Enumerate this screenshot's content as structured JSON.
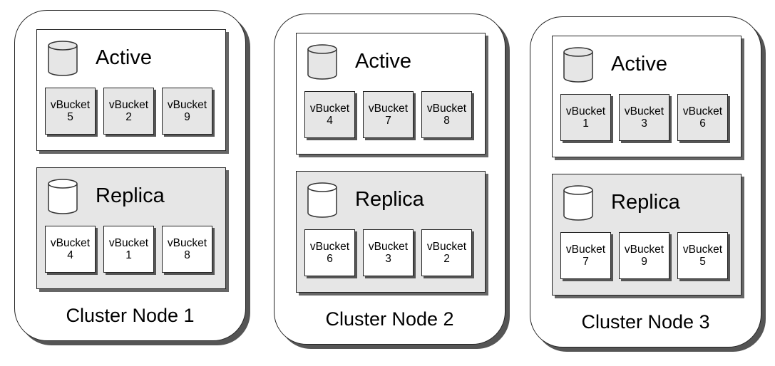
{
  "nodes": [
    {
      "label": "Cluster Node 1",
      "active": {
        "title": "Active",
        "buckets": [
          {
            "label": "vBucket",
            "num": "5"
          },
          {
            "label": "vBucket",
            "num": "2"
          },
          {
            "label": "vBucket",
            "num": "9"
          }
        ]
      },
      "replica": {
        "title": "Replica",
        "buckets": [
          {
            "label": "vBucket",
            "num": "4"
          },
          {
            "label": "vBucket",
            "num": "1"
          },
          {
            "label": "vBucket",
            "num": "8"
          }
        ]
      }
    },
    {
      "label": "Cluster Node 2",
      "active": {
        "title": "Active",
        "buckets": [
          {
            "label": "vBucket",
            "num": "4"
          },
          {
            "label": "vBucket",
            "num": "7"
          },
          {
            "label": "vBucket",
            "num": "8"
          }
        ]
      },
      "replica": {
        "title": "Replica",
        "buckets": [
          {
            "label": "vBucket",
            "num": "6"
          },
          {
            "label": "vBucket",
            "num": "3"
          },
          {
            "label": "vBucket",
            "num": "2"
          }
        ]
      }
    },
    {
      "label": "Cluster Node 3",
      "active": {
        "title": "Active",
        "buckets": [
          {
            "label": "vBucket",
            "num": "1"
          },
          {
            "label": "vBucket",
            "num": "3"
          },
          {
            "label": "vBucket",
            "num": "6"
          }
        ]
      },
      "replica": {
        "title": "Replica",
        "buckets": [
          {
            "label": "vBucket",
            "num": "7"
          },
          {
            "label": "vBucket",
            "num": "9"
          },
          {
            "label": "vBucket",
            "num": "5"
          }
        ]
      }
    }
  ],
  "icons": {
    "active_db": "database-icon",
    "replica_db": "database-icon"
  },
  "colors": {
    "active_bucket_fill": "#e6e6e6",
    "replica_panel_fill": "#e6e6e6",
    "border": "#222222",
    "shadow": "#555555"
  }
}
